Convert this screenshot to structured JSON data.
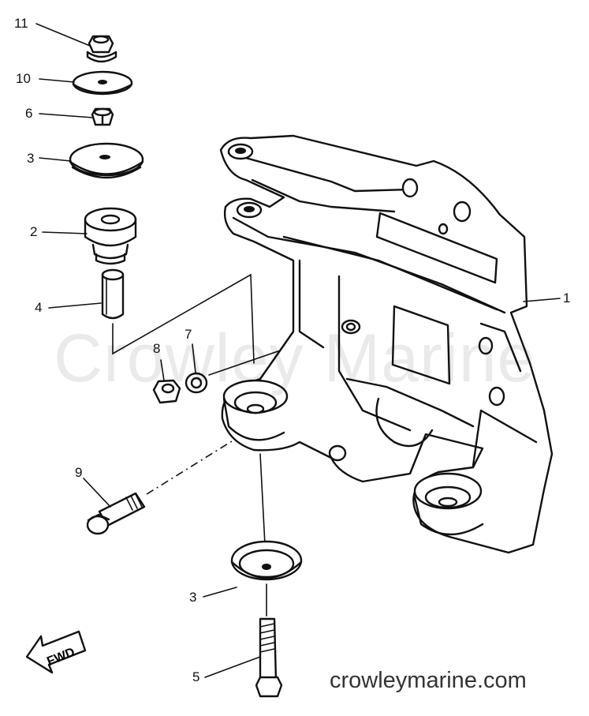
{
  "diagram": {
    "watermark": "Crowley Marine",
    "footer": "crowleymarine.com",
    "direction_label": "FWD",
    "callouts": [
      {
        "id": "callout-11",
        "label": "11"
      },
      {
        "id": "callout-10",
        "label": "10"
      },
      {
        "id": "callout-6",
        "label": "6"
      },
      {
        "id": "callout-3-top",
        "label": "3"
      },
      {
        "id": "callout-2",
        "label": "2"
      },
      {
        "id": "callout-4",
        "label": "4"
      },
      {
        "id": "callout-8",
        "label": "8"
      },
      {
        "id": "callout-7",
        "label": "7"
      },
      {
        "id": "callout-1",
        "label": "1"
      },
      {
        "id": "callout-9",
        "label": "9"
      },
      {
        "id": "callout-3-bottom",
        "label": "3"
      },
      {
        "id": "callout-5",
        "label": "5"
      }
    ]
  }
}
